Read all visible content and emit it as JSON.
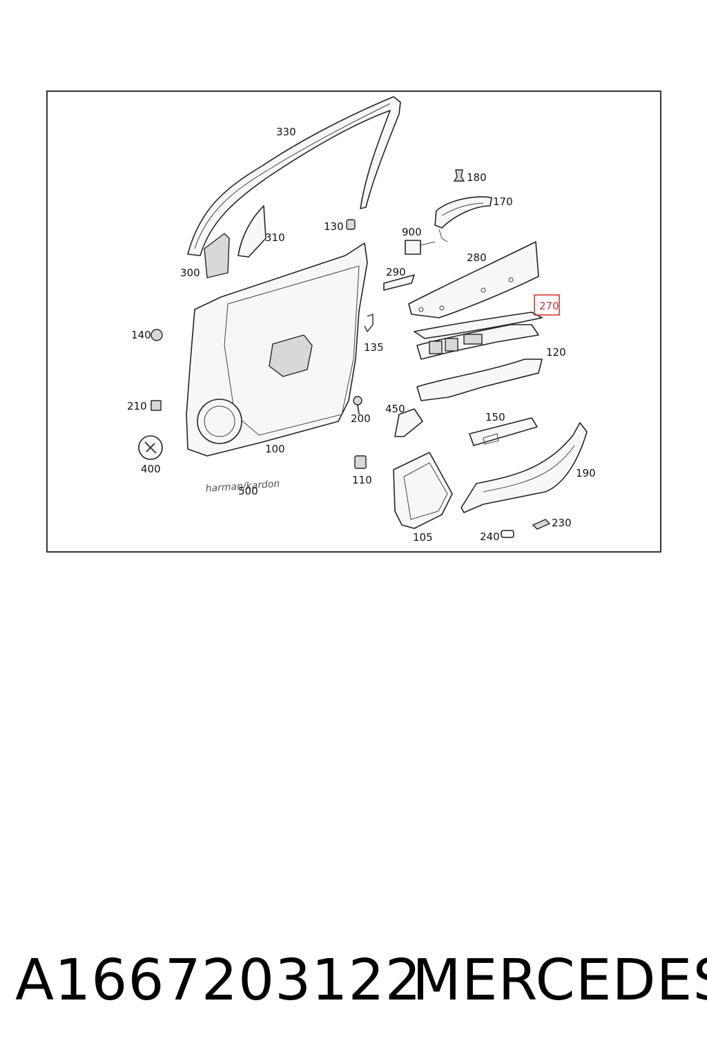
{
  "callouts": {
    "c330": "330",
    "c180": "180",
    "c170": "170",
    "c130": "130",
    "c310": "310",
    "c900": "900",
    "c280": "280",
    "c300": "300",
    "c290": "290",
    "c270": "270",
    "c140": "140",
    "c135": "135",
    "c120": "120",
    "c210": "210",
    "c200": "200",
    "c450": "450",
    "c150": "150",
    "c100": "100",
    "c400": "400",
    "c110": "110",
    "c190": "190",
    "c500": "500",
    "c230": "230",
    "c240": "240",
    "c105": "105"
  },
  "emblem_text": "harman/kardon",
  "highlight": {
    "part": "270",
    "color": "#d33333"
  },
  "footer": {
    "part_number": "A1667203122",
    "brand": "MERCEDES"
  }
}
